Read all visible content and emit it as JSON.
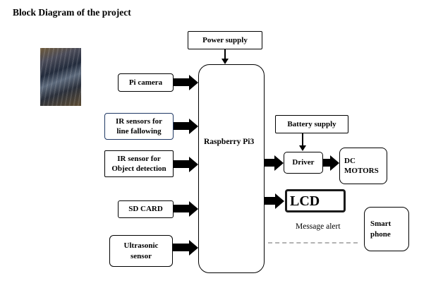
{
  "diagram": {
    "title": "Block Diagram of the project",
    "nodes": {
      "power_supply": {
        "label": "Power supply"
      },
      "pi_camera": {
        "label": "Pi camera"
      },
      "ir_line": {
        "line1": "IR sensors for",
        "line2": "line fallowing"
      },
      "ir_object": {
        "line1": "IR sensor for",
        "line2": "Object detection"
      },
      "sd_card": {
        "label": "SD CARD"
      },
      "ultrasonic": {
        "line1": "Ultrasonic",
        "line2": "sensor"
      },
      "raspberry": {
        "label": "Raspberry Pi3"
      },
      "battery": {
        "label": "Battery supply"
      },
      "driver": {
        "label": "Driver"
      },
      "dc_motors": {
        "line1": "DC",
        "line2": "MOTORS"
      },
      "lcd": {
        "label": "LCD"
      },
      "smart_phone": {
        "line1": "Smart",
        "line2": "phone"
      }
    },
    "annotations": {
      "message_alert": "Message alert"
    },
    "colors": {
      "arrow": "#000000",
      "box_border": "#000000",
      "ir_line_border": "#1f3864",
      "lcd_border": "#1a1a1a",
      "dashed_line": "#b3b3b3",
      "background": "#ffffff"
    }
  }
}
